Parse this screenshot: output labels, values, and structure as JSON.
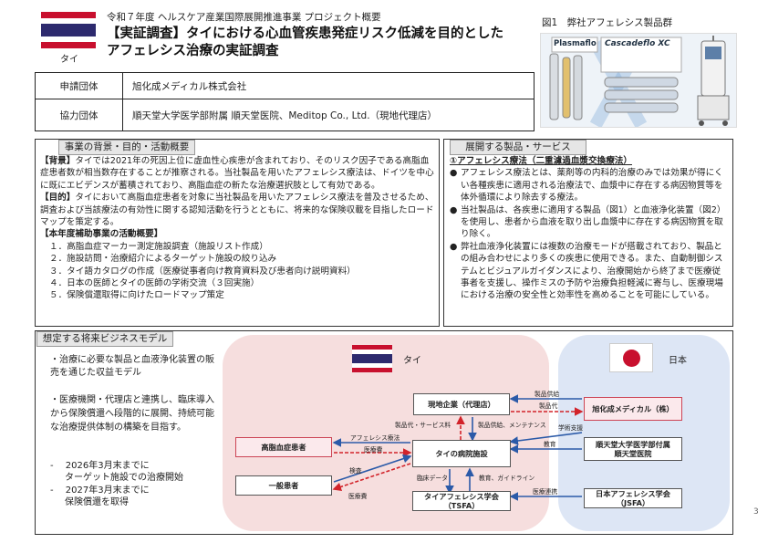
{
  "header": {
    "flag_label": "タイ",
    "subtitle": "令和７年度 ヘルスケア産業国際展開推進事業 プロジェクト概要",
    "title_line1": "【実証調査】タイにおける心血管疾患発症リスク低減を目的とした",
    "title_line2": "アフェレシス治療の実証調査",
    "figure_caption": "図1　弊社アフェレシス製品群",
    "product_names": [
      "Plasmaflo",
      "Cascadeflo XC"
    ]
  },
  "info_table": {
    "rows": [
      {
        "label": "申請団体",
        "value": "旭化成メディカル株式会社"
      },
      {
        "label": "協力団体",
        "value": "順天堂大学医学部附属 順天堂医院、Meditop Co., Ltd.（現地代理店）"
      }
    ]
  },
  "background": {
    "section_title": "事業の背景・目的・活動概要",
    "bg_label": "【背景】",
    "bg_text": "タイでは2021年の死因上位に虚血性心疾患が含まれており、そのリスク因子である高脂血症患者数が相当数存在することが推察される。当社製品を用いたアフェレシス療法は、ドイツを中心に既にエビデンスが蓄積されており、高脂血症の新たな治療選択肢として有効である。",
    "purpose_label": "【目的】",
    "purpose_text": "タイにおいて高脂血症患者を対象に当社製品を用いたアフェレシス療法を普及させるため、調査および当該療法の有効性に関する認知活動を行うとともに、将来的な保険収載を目指したロードマップを策定する。",
    "activities_title": "【本年度補助事業の活動概要】",
    "activities": [
      "１．高脂血症マーカー測定施設調査（施設リスト作成）",
      "２．施設訪問・治療紹介によるターゲット施設の絞り込み",
      "３．タイ語カタログの作成（医療従事者向け教育資料及び患者向け説明資料）",
      "４．日本の医師とタイの医師の学術交流（３回実施）",
      "５．保険償還取得に向けたロードマップ策定"
    ]
  },
  "products": {
    "section_title": "展開する製品・サービス",
    "heading": "①アフェレシス療法（二重濾過血漿交換療法）",
    "bullets": [
      "アフェレシス療法とは、薬剤等の内科的治療のみでは効果が得にくい各種疾患に適用される治療法で、血漿中に存在する病因物質等を体外循環により除去する療法。",
      "当社製品は、各疾患に適用する製品（図1）と血液浄化装置（図2）を使用し、患者から血液を取り出し血漿中に存在する病因物質を取り除く。",
      "弊社血液浄化装置には複数の治療モードが搭載されており、製品との組み合わせにより多くの疾患に使用できる。また、自動制御システムとビジュアルガイダンスにより、治療開始から終了まで医療従事者を支援し、操作ミスの予防や治療負担軽減に寄与し、医療現場における治療の安全性と効率性を高めることを可能にしている。"
    ]
  },
  "business_model": {
    "section_title": "想定する将来ビジネスモデル",
    "notes": [
      "・治療に必要な製品と血液浄化装置の販売を通じた収益モデル",
      "・医療機関・代理店と連携し、臨床導入から保険償還へ段階的に展開、持続可能な治療提供体制の構築を目指す。"
    ],
    "milestones": [
      {
        "prefix": "-",
        "line1": "2026年3月末までに",
        "line2": "ターゲット施設での治療開始"
      },
      {
        "prefix": "-",
        "line1": "2027年3月末までに",
        "line2": "保険償還を取得"
      }
    ],
    "thai_label": "タイ",
    "japan_label": "日本",
    "nodes": {
      "agency": "現地企業（代理店）",
      "hyper_patient": "高脂血症患者",
      "hospital": "タイの病院施設",
      "general_patient": "一般患者",
      "tsfa_line1": "タイアフェレシス学会",
      "tsfa_line2": "（TSFA）",
      "asahi": "旭化成メディカル（株）",
      "juntendo_line1": "順天堂大学医学部付属",
      "juntendo_line2": "順天堂医院",
      "jsfa_line1": "日本アフェレシス学会",
      "jsfa_line2": "（JSFA）"
    },
    "edges": {
      "supply": "製品供給",
      "product_fee": "製品代",
      "product_service_fee": "製品代・サービス料",
      "product_supply_maint": "製品供給、メンテナンス",
      "academic_support": "学術支援",
      "apheresis_therapy": "アフェレシス療法",
      "medical_fee1": "医療費",
      "education": "教育",
      "screening": "検査",
      "medical_fee2": "医療費",
      "clinical_data": "臨床データ",
      "education_guideline": "教育、ガイドライン",
      "medical_collab": "医療連携"
    }
  },
  "page_number": "3",
  "colors": {
    "thai_red": "#c8102e",
    "thai_blue": "#2d2a6e",
    "thai_zone": "#f6dede",
    "japan_zone": "#dde6f5",
    "arrow_red": "#d2232a",
    "arrow_blue": "#2b5aa8"
  }
}
